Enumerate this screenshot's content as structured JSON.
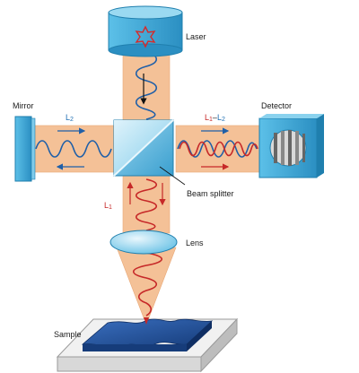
{
  "labels": {
    "laser": "Laser",
    "mirror": "Mirror",
    "detector": "Detector",
    "beam_splitter": "Beam splitter",
    "lens": "Lens",
    "sample": "Sample",
    "l2_prefix": "L",
    "l2_sub": "2",
    "l1_prefix": "L",
    "l1_sub": "1",
    "diff_a": "L",
    "diff_a_sub": "1",
    "diff_minus": "–",
    "diff_b": "L",
    "diff_b_sub": "2"
  },
  "colors": {
    "beam": "#f4c197",
    "beam_edge": "#e9a978",
    "wave_blue": "#1f5fa8",
    "wave_red": "#c62828",
    "device": "#3fa9d6",
    "device_dark": "#1f7fae",
    "sample": "#1e4e96"
  }
}
